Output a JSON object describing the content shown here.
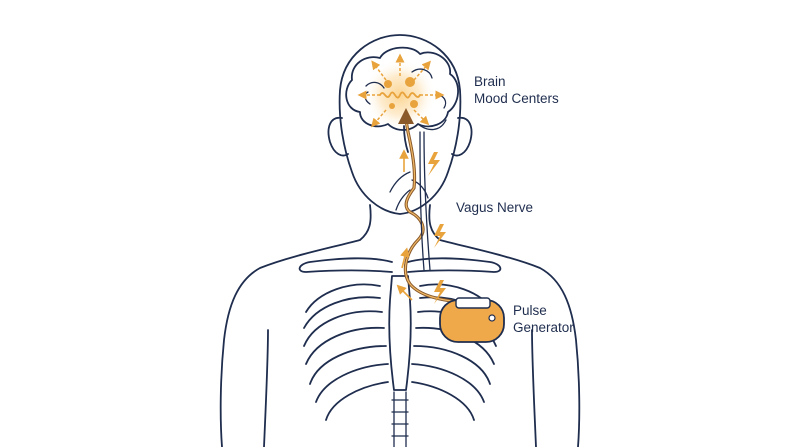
{
  "labels": {
    "brain_line1": "Brain",
    "brain_line2": "Mood Centers",
    "vagus": "Vagus Nerve",
    "pulse_line1": "Pulse",
    "pulse_line2": "Generator"
  },
  "colors": {
    "outline": "#1f2d4e",
    "accent": "#e8a33c",
    "device_fill": "#f0a94a",
    "glow": "#fbd28b"
  },
  "icons": [
    "lightning-bolt-icon",
    "arrow-icon"
  ]
}
